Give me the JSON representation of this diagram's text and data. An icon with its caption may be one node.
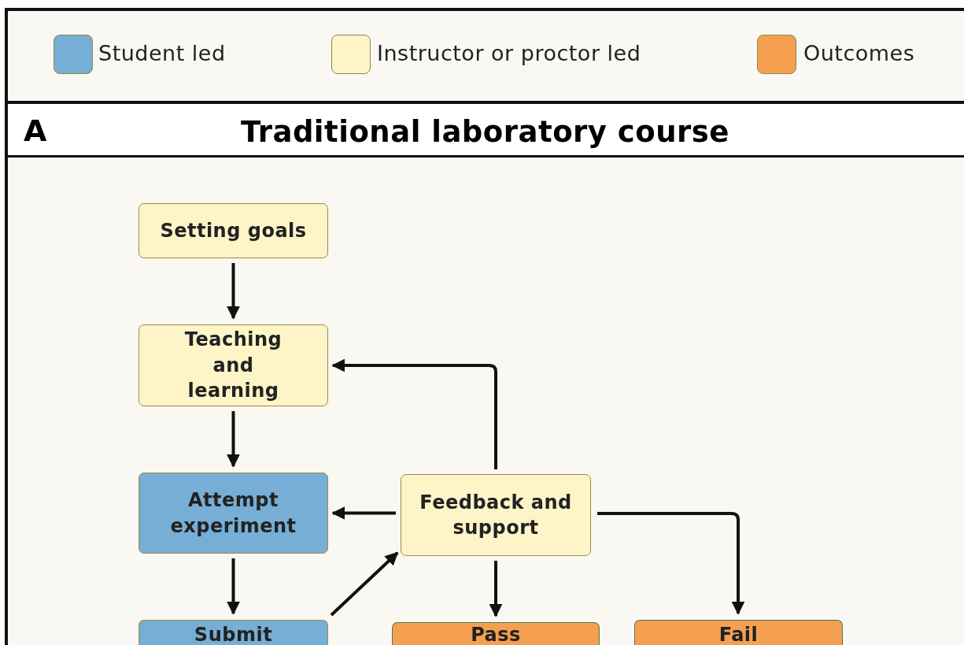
{
  "diagram": {
    "title": "Traditional laboratory course",
    "nodes": [
      {
        "text": [
          "Setting goals"
        ]
      },
      {
        "text": [
          "Teaching and learning"
        ]
      },
      {
        "text": [
          "Attempt experiment"
        ]
      },
      {
        "text": [
          "Feedback and support"
        ]
      },
      {
        "text": [
          "Submit"
        ]
      },
      {
        "text": [
          "Pass"
        ]
      },
      {
        "text": [
          "Fail"
        ]
      }
    ],
    "edges": [
      {
        "from": 0,
        "to": 1,
        "arrow": "to"
      },
      {
        "from": 1,
        "to": 2,
        "arrow": "to"
      },
      {
        "from": 2,
        "to": 4,
        "arrow": "to"
      },
      {
        "from": 4,
        "to": 3,
        "arrow": "to"
      },
      {
        "from": 3,
        "to": 2,
        "arrow": "to"
      },
      {
        "from": 3,
        "to": 1,
        "arrow": "to"
      },
      {
        "from": 3,
        "to": 5,
        "arrow": "to"
      },
      {
        "from": 3,
        "to": 6,
        "arrow": "to"
      }
    ],
    "labels": [
      "A"
    ],
    "legend": [
      {
        "text": "Student led",
        "color": "#76aed5"
      },
      {
        "text": "Instructor or proctor led",
        "color": "#fdf5c8"
      },
      {
        "text": "Outcomes",
        "color": "#f5a050"
      }
    ]
  }
}
